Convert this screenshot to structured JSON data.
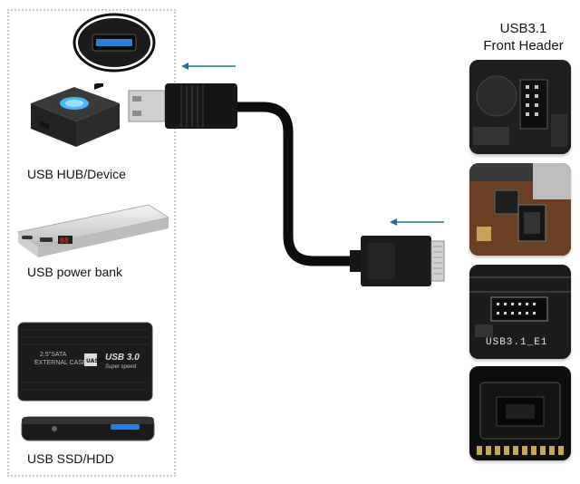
{
  "header": {
    "line1": "USB3.1",
    "line2": "Front Header"
  },
  "devices": {
    "hub_label": "USB HUB/Device",
    "powerbank_label": "USB power bank",
    "ssd_label": "USB SSD/HDD"
  },
  "enclosure": {
    "case_line1": "2.5\"SATA",
    "case_line2": "EXTERNAL CASE",
    "brand": "USB 3.0",
    "brand_sub": "Super speed"
  },
  "header_photos": {
    "board_label": "USB3.1_E1"
  },
  "colors": {
    "arrow": "#2b6f8f",
    "cable": "#0d0d0d",
    "dash_border": "#c7c7c7"
  }
}
